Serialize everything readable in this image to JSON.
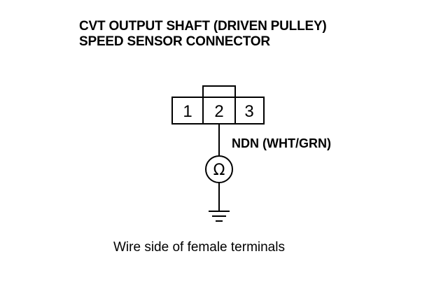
{
  "title": {
    "line1": "CVT OUTPUT SHAFT (DRIVEN PULLEY)",
    "line2": "SPEED SENSOR CONNECTOR"
  },
  "connector": {
    "pins": [
      "1",
      "2",
      "3"
    ]
  },
  "wire": {
    "label": "NDN (WHT/GRN)"
  },
  "meter": {
    "symbol": "Ω",
    "icon": "ohmmeter-icon"
  },
  "ground": {
    "icon": "ground-icon"
  },
  "caption": "Wire side of female terminals"
}
